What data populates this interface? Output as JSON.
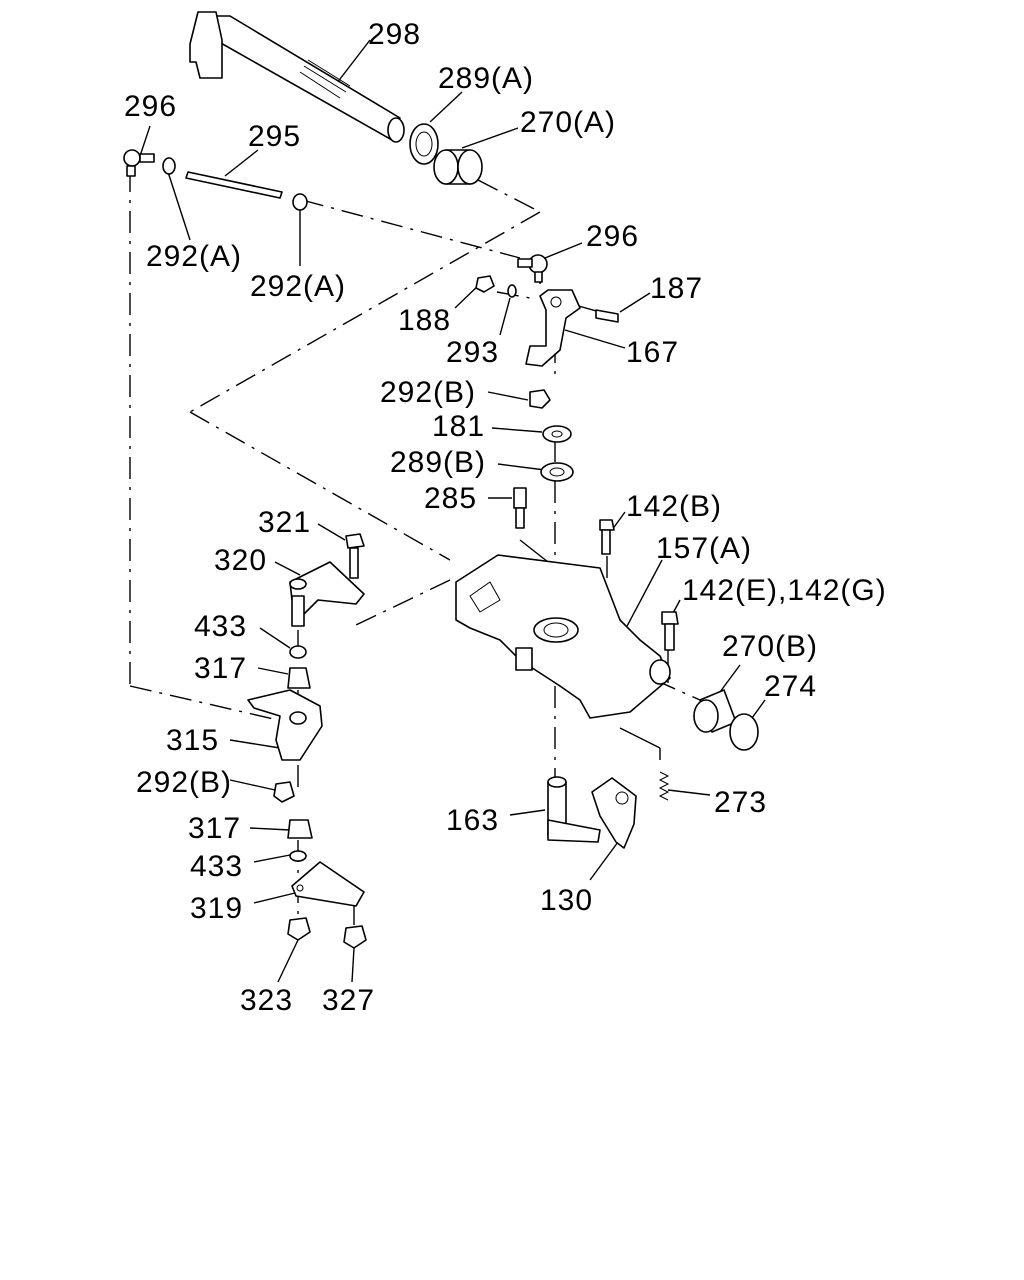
{
  "diagram": {
    "labels": [
      {
        "id": "298",
        "text": "298"
      },
      {
        "id": "289a",
        "text": "289(A)"
      },
      {
        "id": "296a",
        "text": "296"
      },
      {
        "id": "270a",
        "text": "270(A)"
      },
      {
        "id": "295",
        "text": "295"
      },
      {
        "id": "292a1",
        "text": "292(A)"
      },
      {
        "id": "292a2",
        "text": "292(A)"
      },
      {
        "id": "296b",
        "text": "296"
      },
      {
        "id": "187",
        "text": "187"
      },
      {
        "id": "188",
        "text": "188"
      },
      {
        "id": "293",
        "text": "293"
      },
      {
        "id": "167",
        "text": "167"
      },
      {
        "id": "292b1",
        "text": "292(B)"
      },
      {
        "id": "181",
        "text": "181"
      },
      {
        "id": "289b",
        "text": "289(B)"
      },
      {
        "id": "285",
        "text": "285"
      },
      {
        "id": "142b",
        "text": "142(B)"
      },
      {
        "id": "321",
        "text": "321"
      },
      {
        "id": "157a",
        "text": "157(A)"
      },
      {
        "id": "320",
        "text": "320"
      },
      {
        "id": "142eg",
        "text": "142(E),142(G)"
      },
      {
        "id": "433a",
        "text": "433"
      },
      {
        "id": "270b",
        "text": "270(B)"
      },
      {
        "id": "274",
        "text": "274"
      },
      {
        "id": "317a",
        "text": "317"
      },
      {
        "id": "315",
        "text": "315"
      },
      {
        "id": "292b2",
        "text": "292(B)"
      },
      {
        "id": "273",
        "text": "273"
      },
      {
        "id": "163",
        "text": "163"
      },
      {
        "id": "317b",
        "text": "317"
      },
      {
        "id": "433b",
        "text": "433"
      },
      {
        "id": "319",
        "text": "319"
      },
      {
        "id": "130",
        "text": "130"
      },
      {
        "id": "323",
        "text": "323"
      },
      {
        "id": "327",
        "text": "327"
      }
    ]
  }
}
